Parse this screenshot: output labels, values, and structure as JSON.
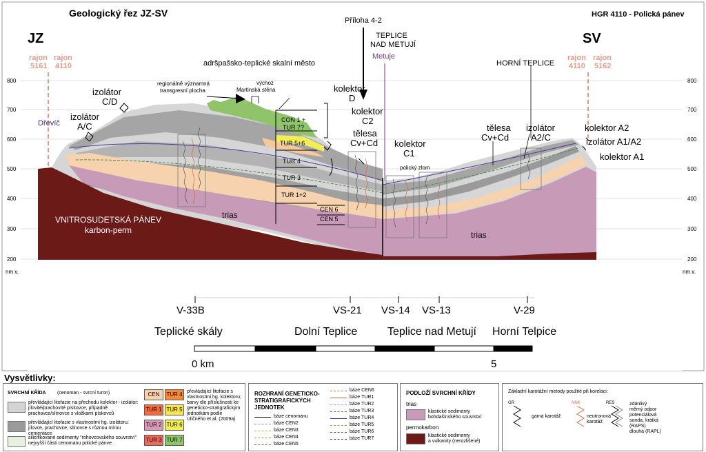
{
  "header": {
    "title": "Geologický řez JZ-SV",
    "project": "HGR 4110 - Polická pánev",
    "attachment": "Příloha 4-2",
    "dir_left": "JZ",
    "dir_right": "SV"
  },
  "top_labels": {
    "rajon_left_a": "rajon",
    "rajon_left_a_num": "5161",
    "rajon_left_b": "rajon",
    "rajon_left_b_num": "4110",
    "rajon_right_a": "rajon",
    "rajon_right_a_num": "4110",
    "rajon_right_b": "rajon",
    "rajon_right_b_num": "5162",
    "teplice_1": "TEPLICE",
    "teplice_2": "NAD METUJÍ",
    "metuje": "Metuje",
    "horni_teplice": "HORNÍ TEPLICE",
    "skalni_mesto": "adršpašsko-teplické skalní město",
    "drevic": "Dřevíč",
    "transgresni_1": "regionálně významná",
    "transgresni_2": "transgresní plocha",
    "vychoz_1": "výchoz",
    "vychoz_2": "Martinská stěna",
    "policky_zlom": "polický zlom"
  },
  "annotations": {
    "izolator_cd_1": "izolátor",
    "izolator_cd_2": "C/D",
    "izolator_ac_1": "izolátor",
    "izolator_ac_2": "A/C",
    "kolektor_d_1": "kolektor",
    "kolektor_d_2": "D",
    "kolektor_c2_1": "kolektor",
    "kolektor_c2_2": "C2",
    "telesa_1": "tělesa",
    "telesa_2": "Cv+Cd",
    "kolektor_c1_1": "kolektor",
    "kolektor_c1_2": "C1",
    "telesa_r_1": "tělesa",
    "telesa_r_2": "Cv+Cd",
    "izolator_a2c_1": "izolátor",
    "izolator_a2c_2": "A2/C",
    "kolektor_a2": "kolektor A2",
    "izolator_a1a2": "izolátor A1/A2",
    "kolektor_a1": "kolektor A1"
  },
  "units": {
    "con1": "CON 1 +",
    "tur7": "TUR 7?",
    "tur56": "TUR 5+6",
    "tur4": "TUR 4",
    "tur3": "TUR 3",
    "tur12": "TUR 1+2",
    "cen6": "CEN 6",
    "cen5": "CEN 5",
    "trias": "trias",
    "trias_r": "trias",
    "panev_1": "VNITROSUDETSKÁ PÁNEV",
    "panev_2": "karbon-perm"
  },
  "axis": {
    "ticks": [
      "800",
      "700",
      "600",
      "500",
      "400",
      "300",
      "200"
    ],
    "unit": "nm.v."
  },
  "wells": [
    "V-33B",
    "VS-21",
    "VS-14",
    "VS-13",
    "V-29"
  ],
  "places": {
    "teplicke_skaly": "Teplické skály",
    "dolni_teplice": "Dolní Teplice",
    "teplice_metuji": "Teplice nad Metují",
    "horni_telpice": "Horní Telpice"
  },
  "scale": {
    "zero": "0 km",
    "five": "5"
  },
  "legend": {
    "title": "Vysvětlivky:",
    "kreda_title": "SVRCHNÍ KŘÍDA",
    "kreda_sub": "(cenoman - svrcní turon)",
    "kreda_item1": "převládající litofacie na přechodu kolektor - izolátor: jílovité/prachovité pískovce, případně prachovce/slínovce s vložkami pískovců",
    "kreda_item2": "převládající litofacie s vlastnostmi hg. izolátoru: jílovce, prachovce, slínovce s různou mírou cementace",
    "kreda_item3": "silicifikované sedimenty \"rohovcovského souvrství\" nejvyšší části cenomanu polické pánve",
    "sw_cen": "CEN",
    "sw_tur1": "TUR 1",
    "sw_tur2": "TUR 2",
    "sw_tur3": "TUR 3",
    "sw_tur4": "TUR 4",
    "sw_tur5": "TUR 5",
    "sw_tur6": "TUR 6",
    "sw_tur7": "TUR 7",
    "tur_note": "převládající litofacie s vlastnostmi hg. kolektoru; barvy dle příslušnosti ke geneticko-stratigrafickým jednotkám podle Uličného et al. (2009a)",
    "rozhrani_1": "ROZHRANÍ GENETICKO-",
    "rozhrani_2": "STRATIGRAFICKÝCH",
    "rozhrani_3": "JEDNOTEK",
    "baze_left": [
      "báze cenomanu",
      "báze CEN2",
      "báze CEN3",
      "báze CEN4",
      "báze CEN5"
    ],
    "baze_right": [
      "báze CEN6",
      "báze TUR1",
      "báze TUR2",
      "báze TUR3",
      "báze TUR4",
      "báze TUR5",
      "báze TUR6",
      "báze TUR7"
    ],
    "podlozi_title": "PODLOŽÍ SVRCHNÍ KŘÍDY",
    "trias": "trias",
    "trias_desc_1": "klastické sedimenty",
    "trias_desc_2": "bohdašínského souvrství",
    "permokarbon": "permokarbon",
    "perm_desc_1": "klastické sedimenty",
    "perm_desc_2": "a vulkanity (nerozlišené)",
    "karotaz_title": "Základní karotážní metody použité při korelaci:",
    "gk": "GR",
    "gk_desc": "gama karotáž",
    "nnk": "NNK",
    "nnk_desc": "neutronová karotáž",
    "res": "RES",
    "res_desc_1": "zdánlivý",
    "res_desc_2": "měrný odpor",
    "res_desc_3": "potenciálová",
    "res_desc_4": "sonda, krátká",
    "res_desc_5": "(RAPS)",
    "res_desc_6": "dlouhá (RAPL)"
  },
  "colors": {
    "permokarbon": "#6b1a18",
    "trias": "#c79ab8",
    "cen": "#f6d2ae",
    "tur_green": "#8fc46b",
    "tur_yellow": "#f3ee58",
    "gray_dark": "#9a9a9a",
    "gray_light": "#d4d4d4",
    "rajon": "#e39a8b",
    "metuje": "#7a3a8e"
  }
}
